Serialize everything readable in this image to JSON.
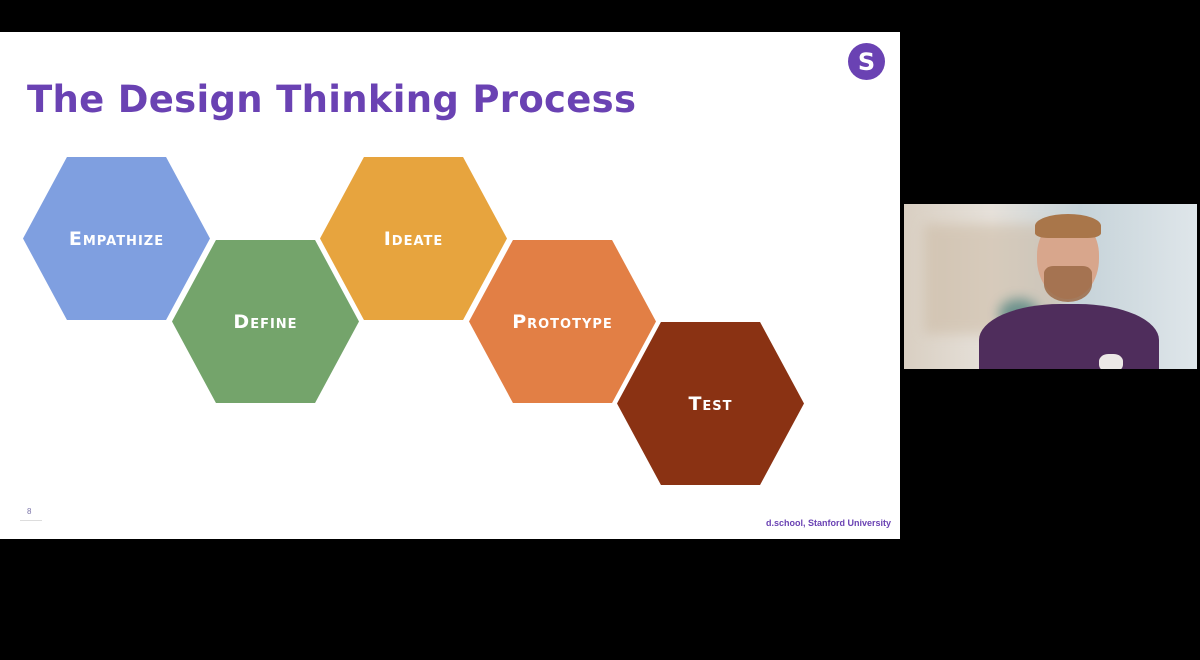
{
  "slide": {
    "title": "The Design Thinking Process",
    "logo_glyph": "S",
    "page_number": "8",
    "credit": "d.school, Stanford University"
  },
  "stages": [
    {
      "label": "Empathize",
      "color": "#7f9fe0"
    },
    {
      "label": "Define",
      "color": "#74a46b"
    },
    {
      "label": "Ideate",
      "color": "#e7a43e"
    },
    {
      "label": "Prototype",
      "color": "#e27f45"
    },
    {
      "label": "Test",
      "color": "#8a3213"
    }
  ],
  "webcam": {
    "participant": "presenter-video"
  },
  "colors": {
    "accent": "#6a42b3",
    "background": "#000000",
    "slide": "#ffffff"
  }
}
